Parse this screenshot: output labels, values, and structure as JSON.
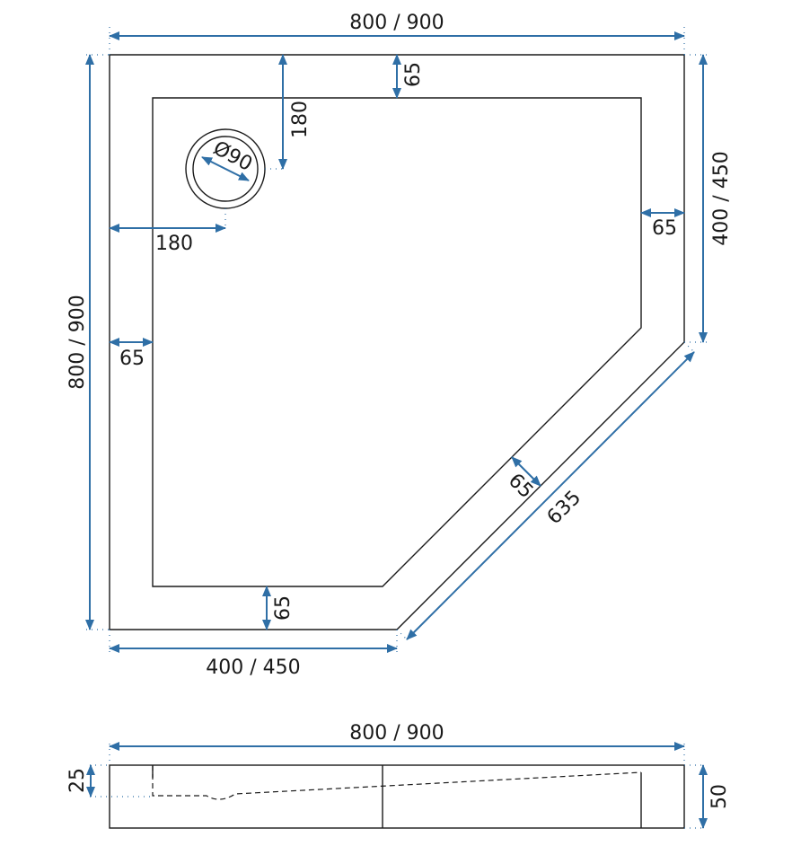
{
  "top_view": {
    "overall_width_label": "800 / 900",
    "overall_depth_label": "800 / 900",
    "right_side_label": "400 / 450",
    "bottom_side_label": "400 / 450",
    "diagonal_label": "635",
    "rim_top_label": "65",
    "rim_right_label": "65",
    "rim_left_label": "65",
    "rim_bottom_label": "65",
    "rim_diagonal_label": "65",
    "drain_from_top_label": "180",
    "drain_from_left_label": "180",
    "drain_diameter_label": "Ø90"
  },
  "side_view": {
    "width_label": "800 / 900",
    "drain_height_label": "25",
    "total_height_label": "50"
  }
}
